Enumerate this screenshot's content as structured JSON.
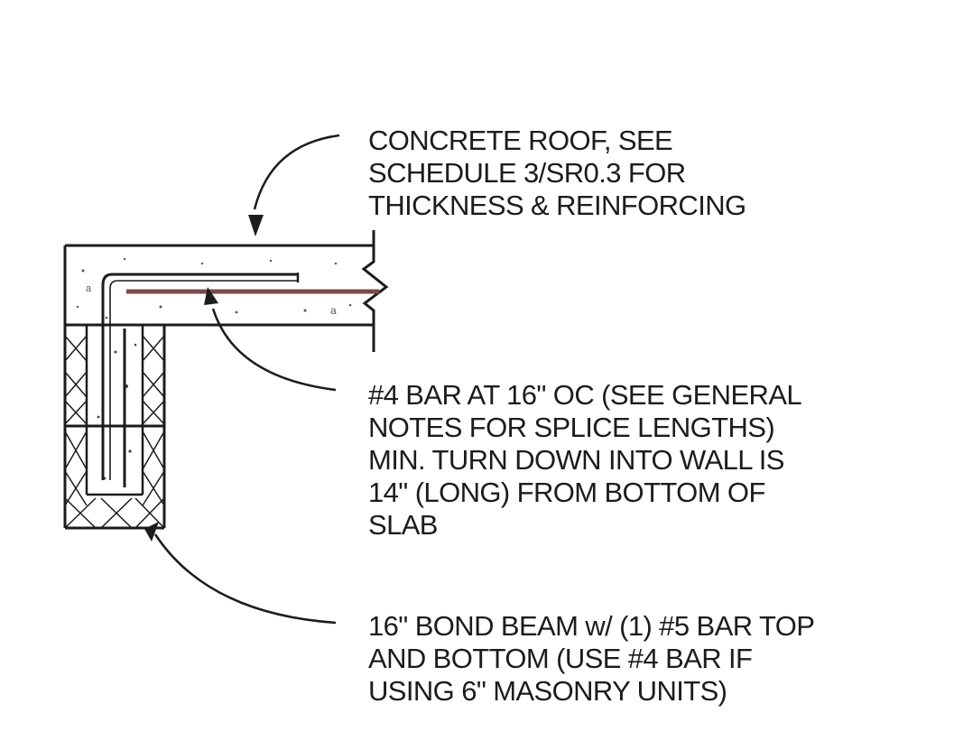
{
  "notes": {
    "roof": [
      "CONCRETE ROOF, SEE",
      "SCHEDULE 3/SR0.3 FOR",
      "THICKNESS & REINFORCING"
    ],
    "bar": [
      "#4 BAR AT 16\" OC (SEE GENERAL",
      "NOTES FOR SPLICE LENGTHS)",
      "MIN. TURN DOWN INTO WALL IS",
      "14\" (LONG) FROM BOTTOM OF",
      "SLAB"
    ],
    "beam": [
      "16\" BOND BEAM w/ (1) #5 BAR TOP",
      "AND BOTTOM (USE #4 BAR IF",
      "USING 6\" MASONRY UNITS)"
    ]
  },
  "colors": {
    "ink": "#1c1c1c",
    "rebar": "#7a4a4a"
  }
}
